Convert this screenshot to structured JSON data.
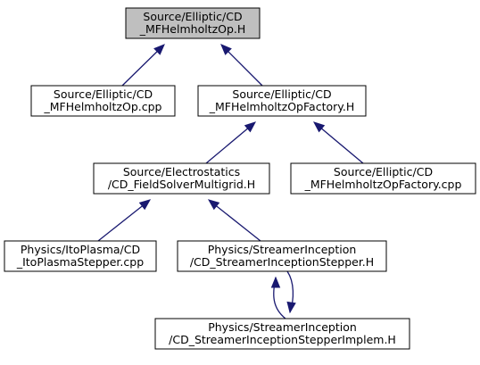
{
  "nodes": [
    {
      "id": "root",
      "lines": [
        "Source/Elliptic/CD",
        "_MFHelmholtzOp.H"
      ],
      "root": true
    },
    {
      "id": "op_cpp",
      "lines": [
        "Source/Elliptic/CD",
        "_MFHelmholtzOp.cpp"
      ]
    },
    {
      "id": "factory_h",
      "lines": [
        "Source/Elliptic/CD",
        "_MFHelmholtzOpFactory.H"
      ]
    },
    {
      "id": "fieldsolver_h",
      "lines": [
        "Source/Electrostatics",
        "/CD_FieldSolverMultigrid.H"
      ]
    },
    {
      "id": "factory_cpp",
      "lines": [
        "Source/Elliptic/CD",
        "_MFHelmholtzOpFactory.cpp"
      ]
    },
    {
      "id": "itoplasma_cpp",
      "lines": [
        "Physics/ItoPlasma/CD",
        "_ItoPlasmaStepper.cpp"
      ]
    },
    {
      "id": "streamer_h",
      "lines": [
        "Physics/StreamerInception",
        "/CD_StreamerInceptionStepper.H"
      ]
    },
    {
      "id": "streamer_implem_h",
      "lines": [
        "Physics/StreamerInception",
        "/CD_StreamerInceptionStepperImplem.H"
      ]
    }
  ],
  "edges": [
    {
      "from": "op_cpp",
      "to": "root"
    },
    {
      "from": "factory_h",
      "to": "root"
    },
    {
      "from": "fieldsolver_h",
      "to": "factory_h"
    },
    {
      "from": "factory_cpp",
      "to": "factory_h"
    },
    {
      "from": "itoplasma_cpp",
      "to": "fieldsolver_h"
    },
    {
      "from": "streamer_h",
      "to": "fieldsolver_h"
    },
    {
      "from": "streamer_implem_h",
      "to": "streamer_h"
    },
    {
      "from": "streamer_h",
      "to": "streamer_implem_h"
    }
  ],
  "colors": {
    "edge": "#191970",
    "root_fill": "#bfbfbf",
    "box_fill": "#ffffff",
    "box_stroke": "#000000"
  }
}
